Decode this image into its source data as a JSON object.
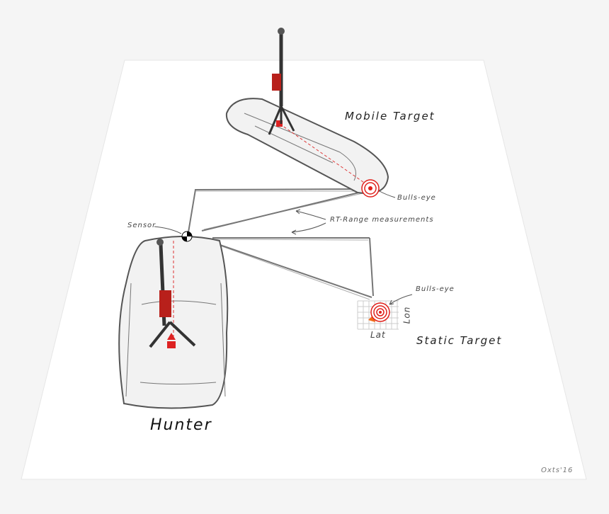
{
  "labels": {
    "mobile_target": "Mobile Target",
    "bulls_eye_mobile": "Bulls-eye",
    "measurements": "RT-Range measurements",
    "sensor": "Sensor",
    "bulls_eye_static": "Bulls-eye",
    "lon": "Lon",
    "lat": "Lat",
    "static_target": "Static Target",
    "hunter": "Hunter",
    "signature": "Oxts'16"
  },
  "colors": {
    "background": "#f5f5f5",
    "paper": "#ffffff",
    "accent": "#e0201b",
    "sketch": "#444444"
  }
}
